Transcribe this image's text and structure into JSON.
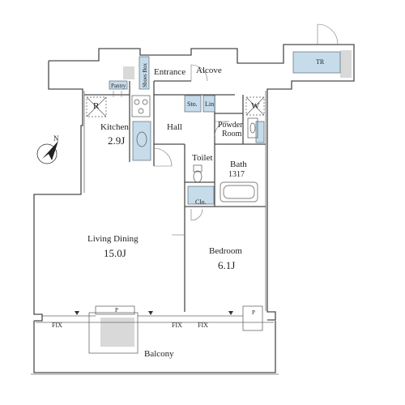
{
  "rooms": {
    "entrance": "Entrance",
    "alcove": "Alcove",
    "tr": "TR",
    "shoes_box": "Shoes Box",
    "pantry": "Pantry",
    "r": "R",
    "sto": "Sto.",
    "lin": "Lin",
    "w": "W",
    "kitchen": "Kitchen",
    "kitchen_size": "2.9J",
    "hall": "Hall",
    "powder_room_line1": "Powder",
    "powder_room_line2": "Room",
    "toilet": "Toilet",
    "bath": "Bath",
    "bath_size": "1317",
    "clo": "Clo.",
    "living_dining": "Living Dining",
    "living_dining_size": "15.0J",
    "bedroom": "Bedroom",
    "bedroom_size": "6.1J",
    "balcony": "Balcony",
    "p_left": "P",
    "p_right": "P",
    "fix_1": "FIX",
    "fix_2": "FIX",
    "fix_3": "FIX"
  },
  "compass": {
    "north": "N"
  },
  "colors": {
    "storage_fill": "#c7dcea",
    "shade_fill": "#d9d9d9",
    "wall": "#4a4a4a"
  }
}
